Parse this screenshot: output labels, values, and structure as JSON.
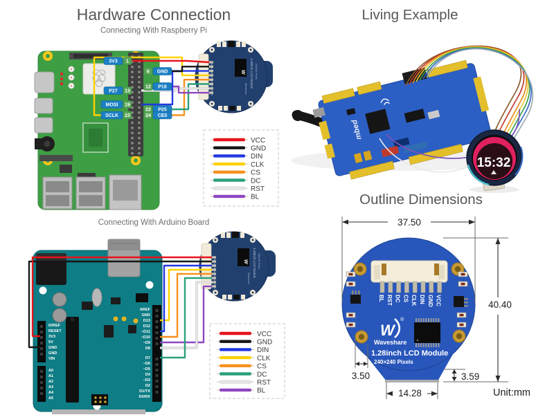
{
  "titles": {
    "hardware_connection": "Hardware Connection",
    "rpi_subtitle": "Connecting With Raspberry Pi",
    "arduino_subtitle": "Connecting With Arduino Board",
    "living_example": "Living Example",
    "outline_dimensions": "Outline Dimensions"
  },
  "legend": {
    "items": [
      {
        "label": "VCC",
        "color": "#e8141c"
      },
      {
        "label": "GND",
        "color": "#151515"
      },
      {
        "label": "DIN",
        "color": "#2138e0"
      },
      {
        "label": "CLK",
        "color": "#ffd200"
      },
      {
        "label": "CS",
        "color": "#f6921e"
      },
      {
        "label": "DC",
        "color": "#2aa17c"
      },
      {
        "label": "RST",
        "color": "#e6e6e6"
      },
      {
        "label": "BL",
        "color": "#8f46c0"
      }
    ]
  },
  "rpi": {
    "left_pins": [
      {
        "label": "3V3",
        "num": "1"
      },
      {
        "label": "P27",
        "num": "13"
      },
      {
        "label": "MOSI",
        "num": "19"
      },
      {
        "label": "SCLK",
        "num": "23"
      }
    ],
    "right_pins": [
      {
        "num": "6",
        "label": "GND"
      },
      {
        "num": "12",
        "label": "P18"
      },
      {
        "num": "22",
        "label": "P25"
      },
      {
        "num": "24",
        "label": "CE0"
      }
    ]
  },
  "arduino": {
    "left_pins": [
      "IOREF",
      "RESET",
      "3V3",
      "5V",
      "GND",
      "GND",
      "VIN",
      "A0",
      "A1",
      "A2",
      "A3",
      "A4",
      "A5"
    ],
    "right_pins": [
      "AREF",
      "GND",
      "D13",
      "D12",
      "~D11",
      "~D10",
      "~D9",
      "D8",
      "D7",
      "~D6",
      "~D5",
      "D4",
      "~D3",
      "D2",
      "D1/TX",
      "D0/RX"
    ]
  },
  "lcd_module": {
    "pins": [
      "VCC",
      "GND",
      "DIN",
      "CLK",
      "CS",
      "DC",
      "RST",
      "BL"
    ],
    "product": "1.28inch LCD Module",
    "resolution": "240x240 Pixels",
    "brand": "Waveshare"
  },
  "living": {
    "board_text": "mbed",
    "watch_time": "15:32",
    "wire_colors": [
      "#8a5a2a",
      "#c0392b",
      "#e8881f",
      "#e8c832",
      "#3d9e4e",
      "#3569c9",
      "#9aa8b0",
      "#7a52b8",
      "#e8e8e8"
    ]
  },
  "dimensions": {
    "width": "37.50",
    "height": "40.40",
    "hole": "3.50",
    "tab_height": "3.59",
    "tab_width": "14.28",
    "unit": "Unit:mm",
    "pin_labels": [
      "BL",
      "RST",
      "DC",
      "CS",
      "CLK",
      "DIN",
      "GND",
      "VCC"
    ],
    "brand": "Waveshare",
    "reg": "®",
    "product": "1.28inch LCD Module",
    "resolution": "240×240 Pixels"
  }
}
